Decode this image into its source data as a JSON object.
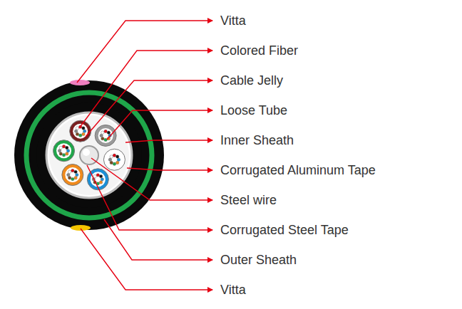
{
  "diagram": {
    "labels": [
      "Vitta",
      "Colored Fiber",
      "Cable Jelly",
      "Loose Tube",
      "Inner Sheath",
      "Corrugated Aluminum Tape",
      "Steel wire",
      "Corrugated Steel Tape",
      "Outer Sheath",
      "Vitta"
    ]
  }
}
